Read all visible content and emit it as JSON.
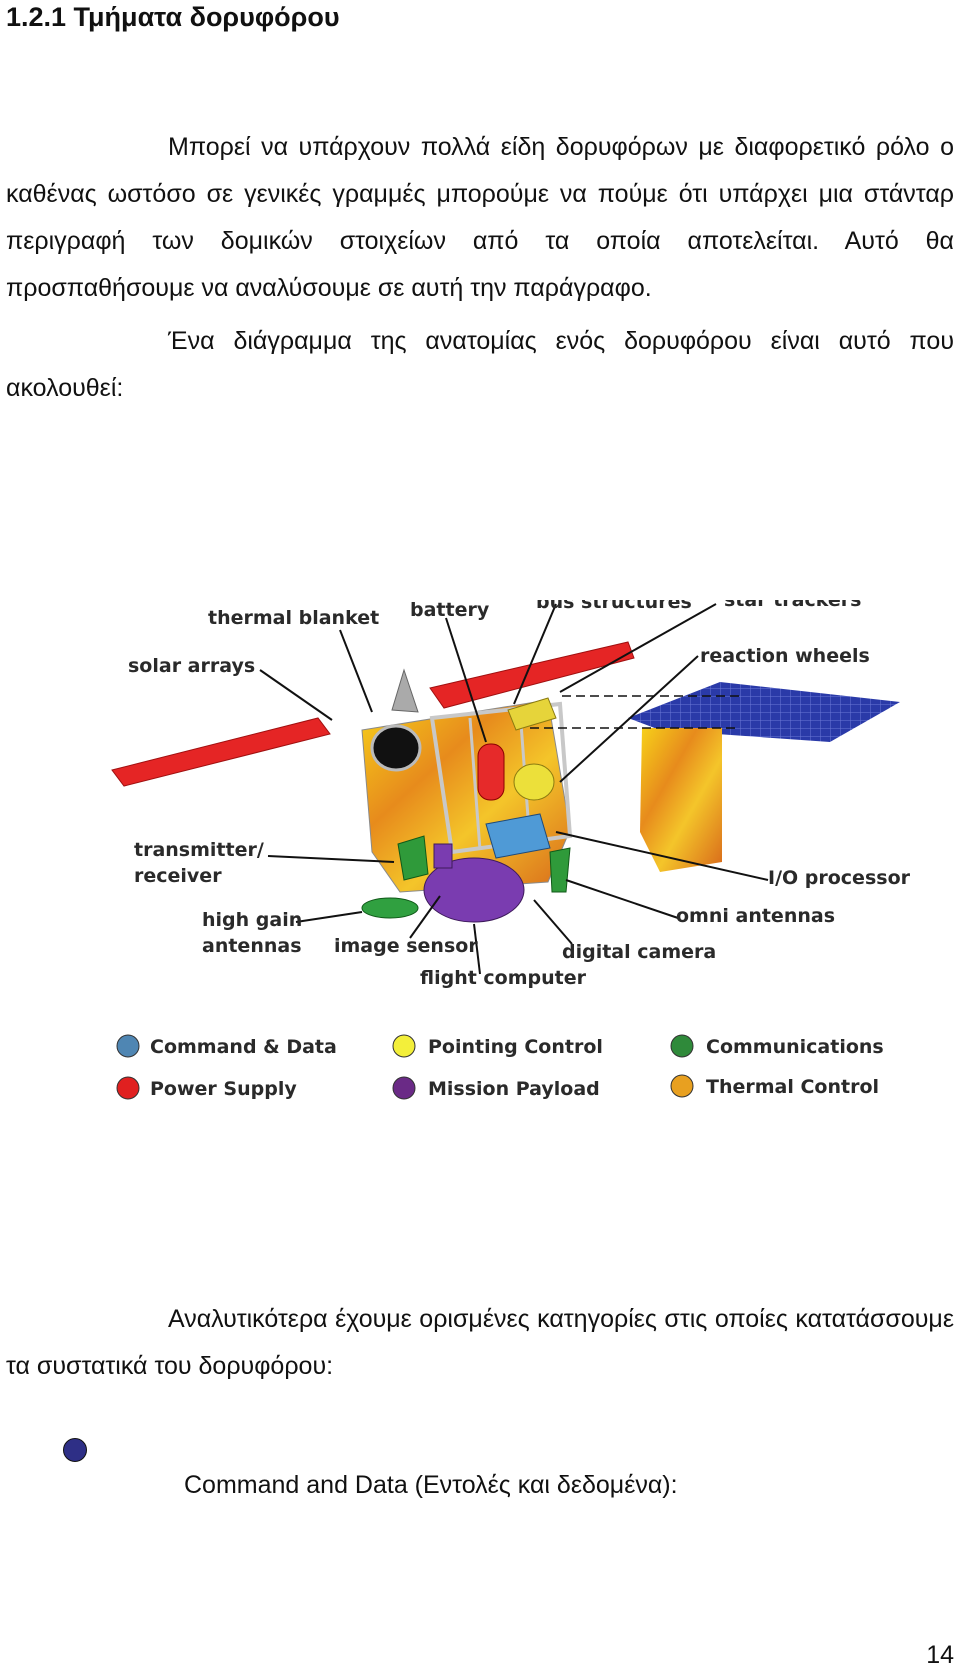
{
  "section": {
    "heading": "1.2.1 Τμήματα δορυφόρου"
  },
  "paragraphs": {
    "p1": "Μπορεί να υπάρχουν πολλά είδη δορυφόρων με διαφορετικό ρόλο ο καθένας ωστόσο σε γενικές γραμμές μπορούμε να πούμε ότι υπάρχει μια στάνταρ περιγραφή των δομικών στοιχείων από τα οποία αποτελείται. Αυτό θα προσπαθήσουμε να αναλύσουμε σε αυτή την παράγραφο.",
    "p2": "Ένα διάγραμμα της ανατομίας ενός δορυφόρου είναι αυτό που ακολουθεί:",
    "p3": "Αναλυτικότερα έχουμε ορισμένες κατηγορίες στις οποίες κατατάσσουμε τα συστατικά του δορυφόρου:"
  },
  "diagram": {
    "labels": {
      "thermal_blanket": "thermal blanket",
      "battery": "battery",
      "bus_structures": "bus structures",
      "star_trackers": "star trackers",
      "solar_arrays": "solar arrays",
      "reaction_wheels": "reaction wheels",
      "transmitter_line1": "transmitter/",
      "transmitter_line2": "receiver",
      "io_processor": "I/O processor",
      "high_gain_line1": "high gain",
      "high_gain_line2": "antennas",
      "omni_antennas": "omni antennas",
      "image_sensor": "image sensor",
      "digital_camera": "digital camera",
      "flight_computer": "flight computer"
    },
    "legend": [
      {
        "label": "Command & Data",
        "color": "#4f86b3"
      },
      {
        "label": "Pointing Control",
        "color": "#f3ef3a"
      },
      {
        "label": "Communications",
        "color": "#2f8a3a"
      },
      {
        "label": "Power Supply",
        "color": "#e02020"
      },
      {
        "label": "Mission Payload",
        "color": "#6a2a86"
      },
      {
        "label": "Thermal Control",
        "color": "#e8a020"
      }
    ]
  },
  "bullet": {
    "text": "Command and Data (Εντολές και δεδομένα):",
    "color": "#2e2f86"
  },
  "footer": {
    "page_number": "14"
  }
}
